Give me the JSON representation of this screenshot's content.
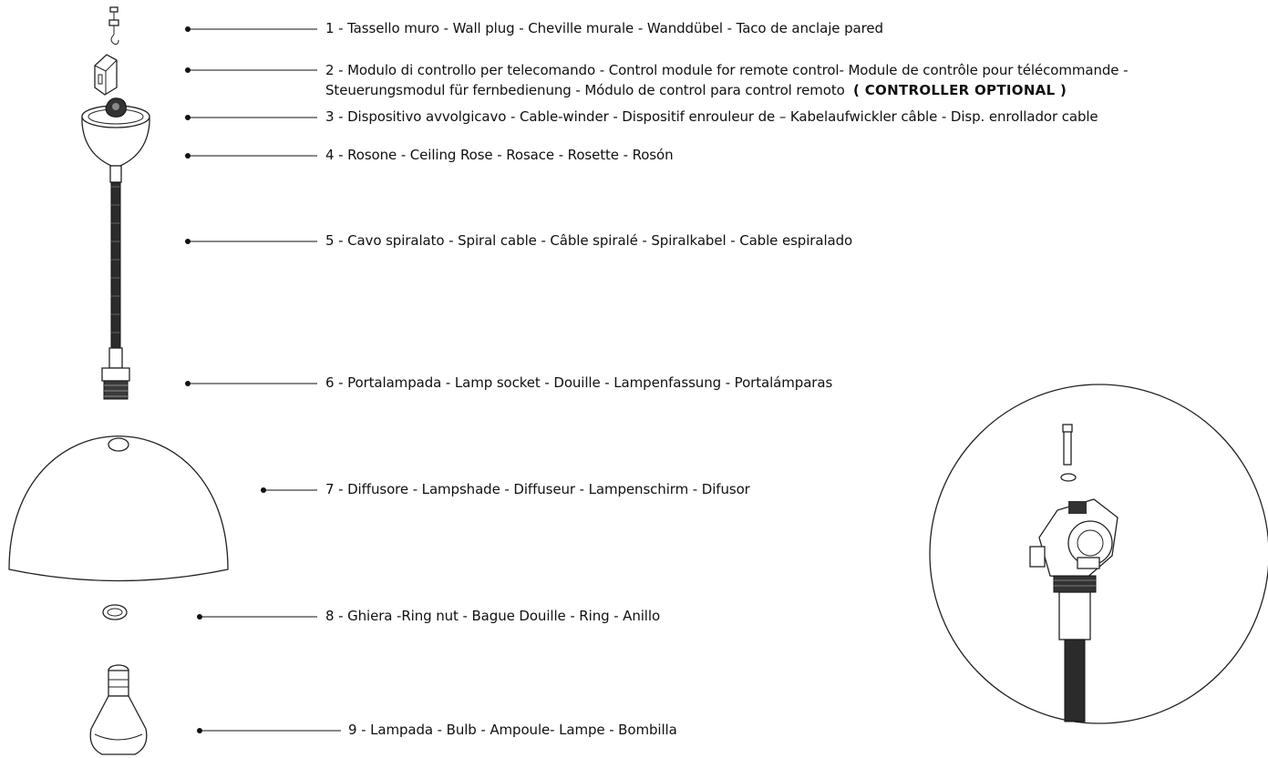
{
  "parts": [
    {
      "id": "1",
      "text": "1 - Tassello muro - Wall plug - Cheville murale - Wanddübel - Taco de anclaje pared"
    },
    {
      "id": "2",
      "text": "2 - Modulo di controllo per telecomando - Control module for remote control- Module de contrôle pour télécommande -",
      "text2": "Steuerungsmodul für fernbedienung - Módulo de control para control remoto",
      "opt": "( CONTROLLER OPTIONAL )"
    },
    {
      "id": "3",
      "text": "3 - Dispositivo avvolgicavo - Cable-winder - Dispositif enrouleur de  – Kabelaufwickler câble - Disp. enrollador cable"
    },
    {
      "id": "4",
      "text": "4 - Rosone - Ceiling Rose - Rosace - Rosette - Rosón"
    },
    {
      "id": "5",
      "text": "5 - Cavo spiralato - Spiral cable - Câble spiralé - Spiralkabel - Cable espiralado"
    },
    {
      "id": "6",
      "text": "6 - Portalampada - Lamp socket - Douille - Lampenfassung - Portalámparas"
    },
    {
      "id": "7",
      "text": "7 - Diffusore - Lampshade - Diffuseur - Lampenschirm - Difusor"
    },
    {
      "id": "8",
      "text": "8 - Ghiera -Ring nut - Bague Douille - Ring - Anillo"
    },
    {
      "id": "9",
      "text": "9 - Lampada - Bulb - Ampoule- Lampe - Bombilla"
    }
  ]
}
